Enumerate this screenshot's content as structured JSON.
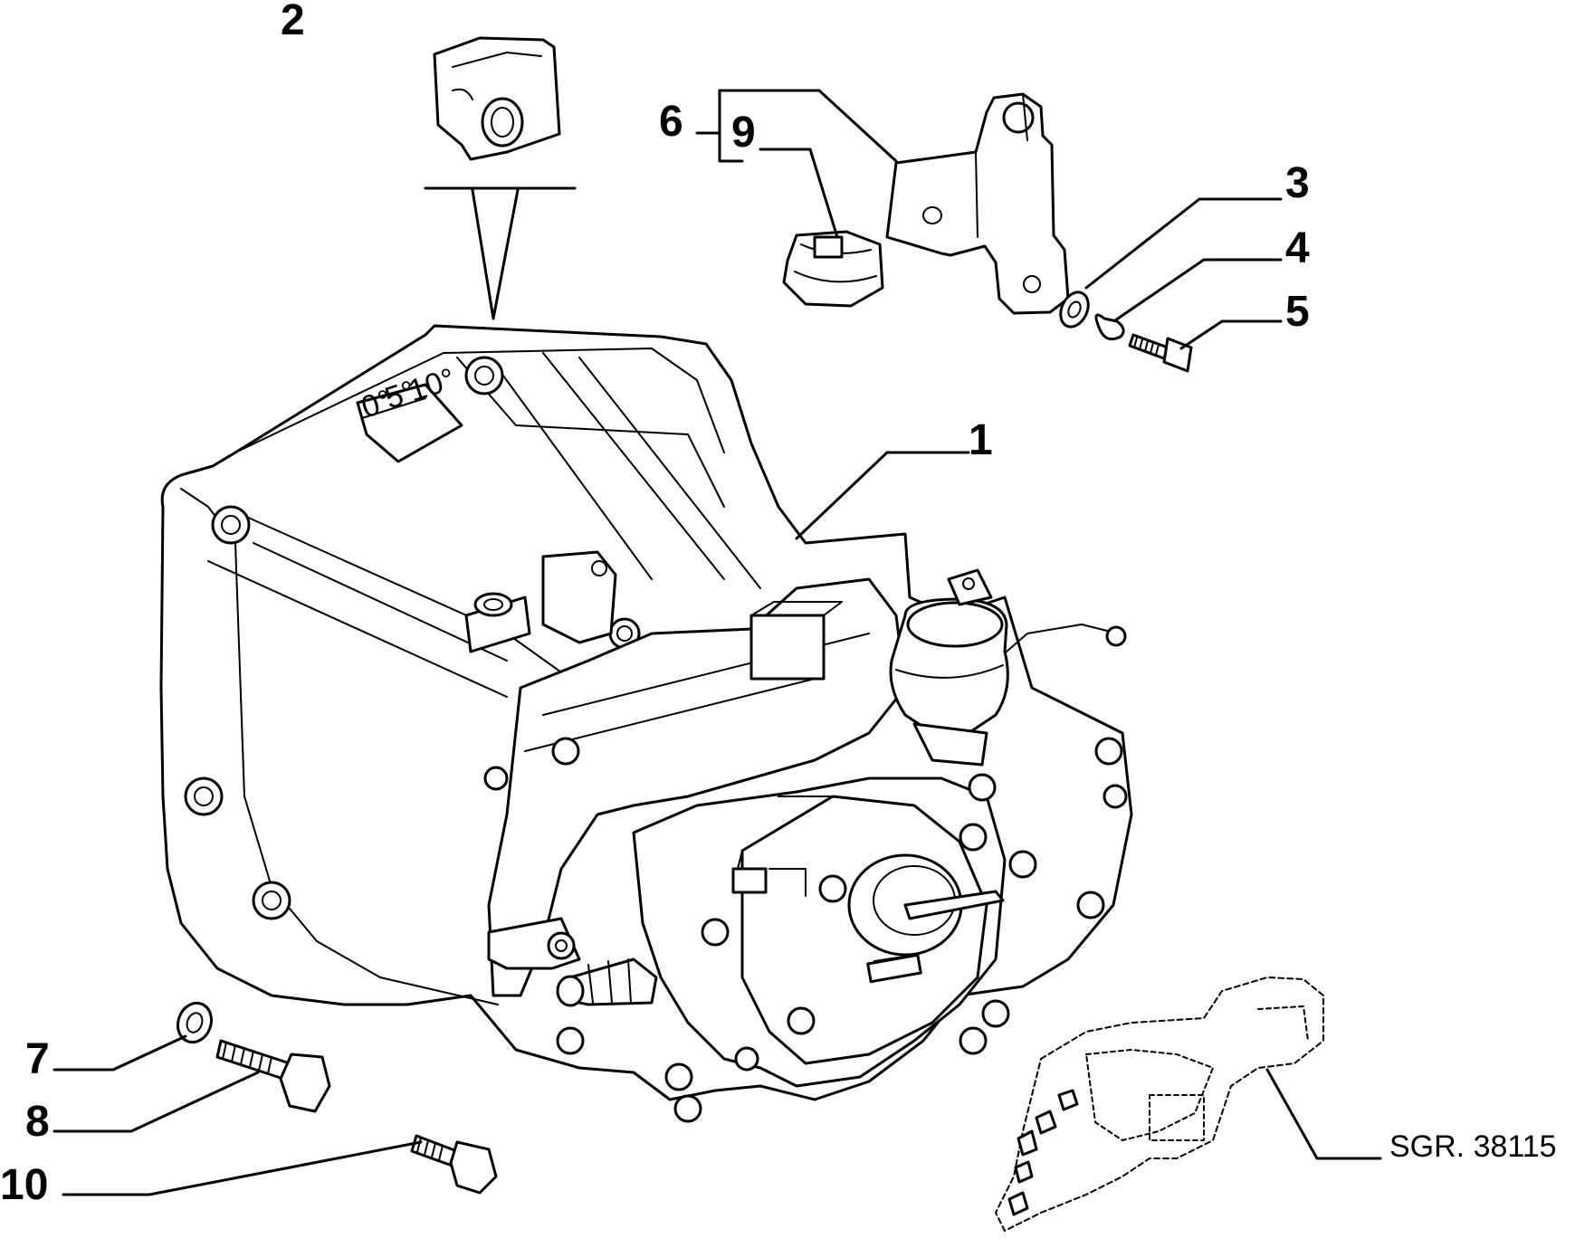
{
  "callouts": {
    "c1": "1",
    "c2": "2",
    "c3": "3",
    "c4": "4",
    "c5": "5",
    "c6": "6",
    "c7": "7",
    "c8": "8",
    "c9": "9",
    "c10": "10"
  },
  "reference": "SGR. 38115",
  "housing_scale": {
    "s0": "0°",
    "s5": "5°",
    "s10": "10°"
  }
}
